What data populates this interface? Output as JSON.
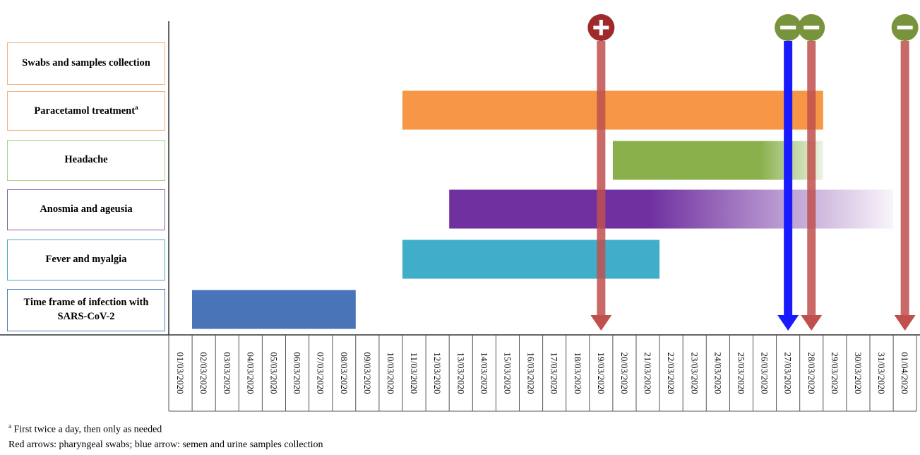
{
  "chart_data": {
    "type": "timeline",
    "dates": [
      "01/03/2020",
      "02/03/2020",
      "03/03/2020",
      "04/03/2020",
      "05/03/2020",
      "06/03/2020",
      "07/03/2020",
      "08/03/2020",
      "09/03/2020",
      "10/03/2020",
      "11/03/2020",
      "12/03/2020",
      "13/03/2020",
      "14/03/2020",
      "15/03/2020",
      "16/03/2020",
      "17/03/2020",
      "18/03/2020",
      "19/03/2020",
      "20/03/2020",
      "21/03/2020",
      "22/03/2020",
      "23/03/2020",
      "24/03/2020",
      "25/03/2020",
      "26/03/2020",
      "27/03/2020",
      "28/03/2020",
      "29/03/2020",
      "30/03/2020",
      "31/03/2020",
      "01/04/2020"
    ],
    "rows": [
      {
        "label": "Swabs and samples collection",
        "border": "#f4b183"
      },
      {
        "label": "Paracetamol treatment",
        "superscript": "a",
        "border": "#f4b183",
        "start": "11/03/2020",
        "end": "28/03/2020",
        "color": "#f79646"
      },
      {
        "label": "Headache",
        "border": "#a9d18e",
        "start": "20/03/2020",
        "end": "28/03/2020",
        "color": "#8ab04c",
        "fade": true
      },
      {
        "label": "Anosmia and ageusia",
        "border": "#8064a2",
        "start": "13/03/2020",
        "end": "31/03/2020",
        "color": "#7030a0",
        "fade": true
      },
      {
        "label": "Fever and myalgia",
        "border": "#4bacc6",
        "start": "11/03/2020",
        "end": "21/03/2020",
        "color": "#40aec8"
      },
      {
        "label": "Time frame of infection with SARS-CoV-2",
        "border": "#4f81bd",
        "start": "01/03/2020",
        "end": "08/03/2020",
        "color": "#4a74b8"
      }
    ],
    "arrows": [
      {
        "date": "19/03/2020",
        "kind": "pharyngeal swab",
        "color": "#c0504d",
        "result": "+"
      },
      {
        "date": "27/03/2020",
        "kind": "semen and urine samples",
        "color": "#1a1aff",
        "result": "−"
      },
      {
        "date": "28/03/2020",
        "kind": "pharyngeal swab",
        "color": "#c0504d",
        "result": "−"
      },
      {
        "date": "01/04/2020",
        "kind": "pharyngeal swab",
        "color": "#c0504d",
        "result": "−"
      }
    ],
    "colors": {
      "positive": "#9e2a2b",
      "negative": "#77933c",
      "axis": "#333333"
    }
  },
  "footnotes": {
    "a": "First twice a day, then only as needed",
    "legend": "Red arrows: pharyngeal swabs; blue arrow: semen and urine samples collection"
  }
}
